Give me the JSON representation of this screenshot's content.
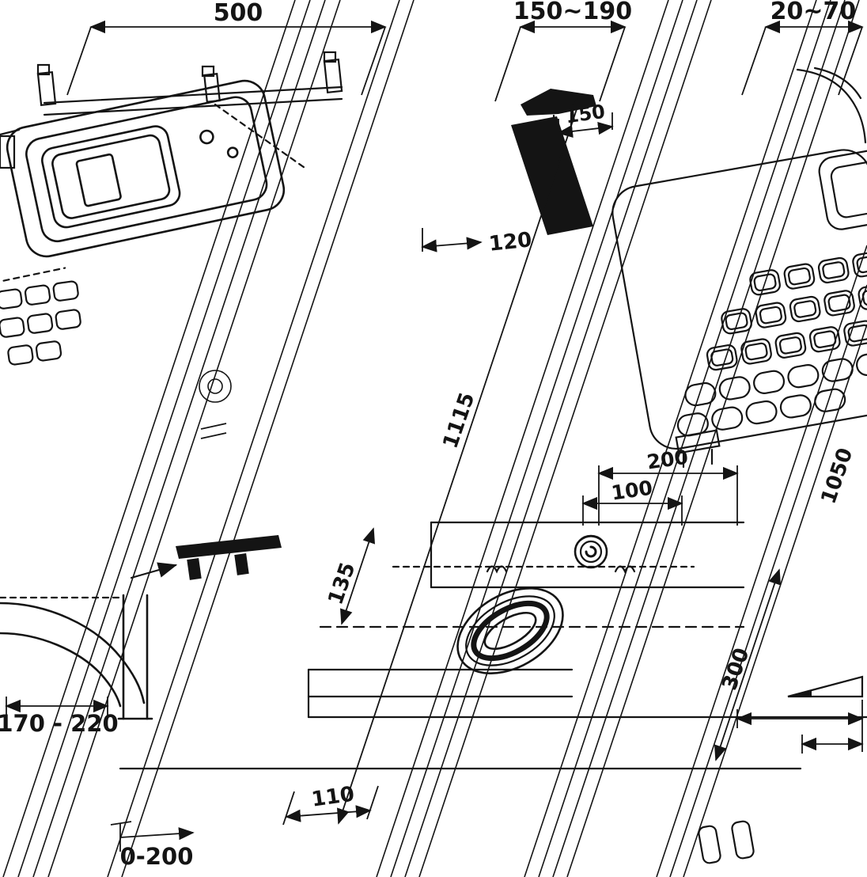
{
  "drawing": {
    "type": "installation-dimension-drawing",
    "subject": "sanitary / bathtub installation technical line drawing with dimension callouts",
    "line_color": "#141414",
    "background": "#ffffff",
    "dimensions": {
      "top_width": "500",
      "top_mid_range": "150~190",
      "top_right_range": "20~70",
      "spout": "150",
      "spout_depth": "120",
      "overall_diagonal": "1115",
      "spacing_outer": "200",
      "spacing_inner": "100",
      "offset_small": "135",
      "depth_lower": "300",
      "right_height": "1050",
      "trap_range": "170 - 220",
      "outlet": "110",
      "floor_adjust": "0-200"
    }
  }
}
